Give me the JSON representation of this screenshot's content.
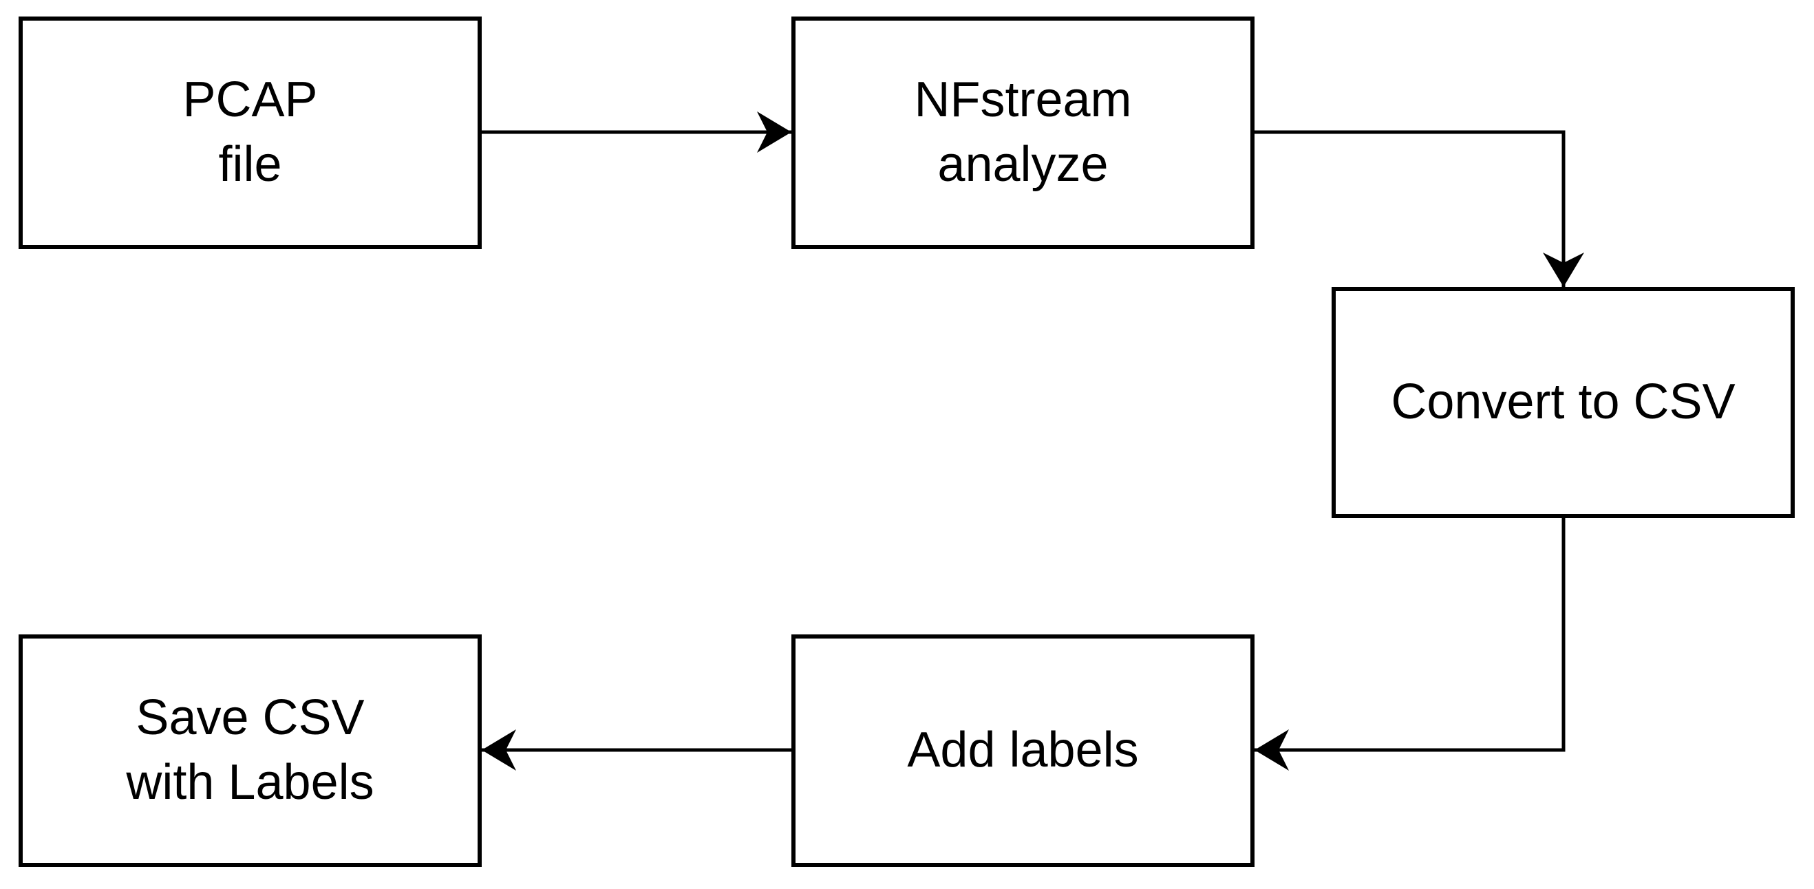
{
  "diagram": {
    "type": "flowchart",
    "background_color": "#ffffff",
    "node_fill_color": "#ffffff",
    "node_stroke_color": "#000000",
    "edge_color": "#000000",
    "nodes": [
      {
        "id": "pcap-file",
        "label": "PCAP\nfile"
      },
      {
        "id": "nfstream-analyze",
        "label": "NFstream\nanalyze"
      },
      {
        "id": "convert-to-csv",
        "label": "Convert to CSV"
      },
      {
        "id": "add-labels",
        "label": "Add labels"
      },
      {
        "id": "save-csv-with-labels",
        "label": "Save CSV\nwith Labels"
      }
    ],
    "edges": [
      {
        "from": "pcap-file",
        "to": "nfstream-analyze",
        "direction": "right"
      },
      {
        "from": "nfstream-analyze",
        "to": "convert-to-csv",
        "direction": "right-then-down"
      },
      {
        "from": "convert-to-csv",
        "to": "add-labels",
        "direction": "down-then-left"
      },
      {
        "from": "add-labels",
        "to": "save-csv-with-labels",
        "direction": "left"
      }
    ]
  }
}
